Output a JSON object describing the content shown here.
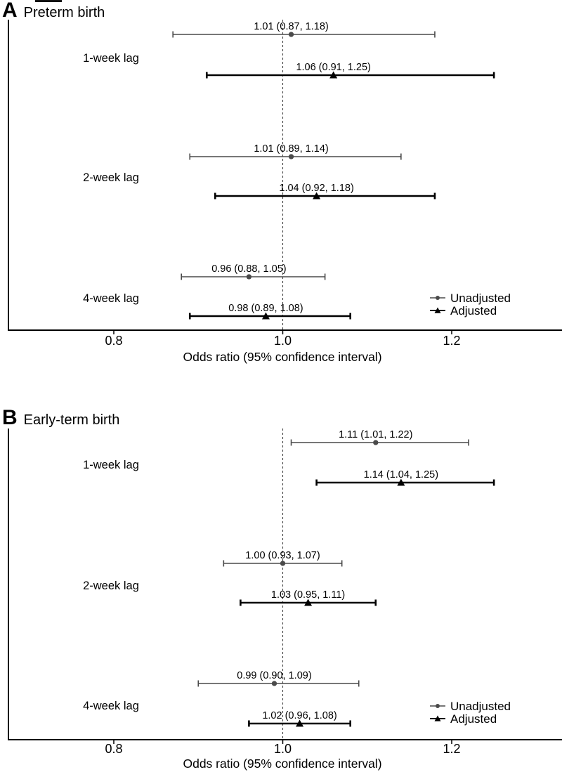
{
  "figure": {
    "colors": {
      "unadjusted": "#4a4a4a",
      "adjusted": "#000000",
      "reference_line": "#444444",
      "axis": "#000000"
    }
  },
  "chart_data": [
    {
      "type": "forest",
      "panel_letter": "A",
      "title": "Preterm birth",
      "xlabel": "Odds ratio (95% confidence interval)",
      "x_ticks": [
        "0.8",
        "1.0",
        "1.2"
      ],
      "x_tick_values": [
        0.8,
        1.0,
        1.2
      ],
      "xlim": [
        0.68,
        1.33
      ],
      "reference_line": 1.0,
      "grid": false,
      "legend_position": "bottom-right",
      "legend": [
        {
          "label": "Unadjusted",
          "marker": "circle",
          "series": "unadjusted"
        },
        {
          "label": "Adjusted",
          "marker": "triangle",
          "series": "adjusted"
        }
      ],
      "groups": [
        {
          "label": "1-week lag",
          "estimates": [
            {
              "series": "unadjusted",
              "or": 1.01,
              "ci_low": 0.87,
              "ci_high": 1.18,
              "text": "1.01 (0.87, 1.18)"
            },
            {
              "series": "adjusted",
              "or": 1.06,
              "ci_low": 0.91,
              "ci_high": 1.25,
              "text": "1.06 (0.91, 1.25)"
            }
          ]
        },
        {
          "label": "2-week lag",
          "estimates": [
            {
              "series": "unadjusted",
              "or": 1.01,
              "ci_low": 0.89,
              "ci_high": 1.14,
              "text": "1.01 (0.89, 1.14)"
            },
            {
              "series": "adjusted",
              "or": 1.04,
              "ci_low": 0.92,
              "ci_high": 1.18,
              "text": "1.04 (0.92, 1.18)"
            }
          ]
        },
        {
          "label": "4-week lag",
          "estimates": [
            {
              "series": "unadjusted",
              "or": 0.96,
              "ci_low": 0.88,
              "ci_high": 1.05,
              "text": "0.96 (0.88, 1.05)"
            },
            {
              "series": "adjusted",
              "or": 0.98,
              "ci_low": 0.89,
              "ci_high": 1.08,
              "text": "0.98 (0.89, 1.08)"
            }
          ]
        }
      ]
    },
    {
      "type": "forest",
      "panel_letter": "B",
      "title": "Early-term birth",
      "xlabel": "Odds ratio (95% confidence interval)",
      "x_ticks": [
        "0.8",
        "1.0",
        "1.2"
      ],
      "x_tick_values": [
        0.8,
        1.0,
        1.2
      ],
      "xlim": [
        0.68,
        1.33
      ],
      "reference_line": 1.0,
      "grid": false,
      "legend_position": "bottom-right",
      "legend": [
        {
          "label": "Unadjusted",
          "marker": "circle",
          "series": "unadjusted"
        },
        {
          "label": "Adjusted",
          "marker": "triangle",
          "series": "adjusted"
        }
      ],
      "groups": [
        {
          "label": "1-week lag",
          "estimates": [
            {
              "series": "unadjusted",
              "or": 1.11,
              "ci_low": 1.01,
              "ci_high": 1.22,
              "text": "1.11 (1.01, 1.22)"
            },
            {
              "series": "adjusted",
              "or": 1.14,
              "ci_low": 1.04,
              "ci_high": 1.25,
              "text": "1.14 (1.04, 1.25)"
            }
          ]
        },
        {
          "label": "2-week lag",
          "estimates": [
            {
              "series": "unadjusted",
              "or": 1.0,
              "ci_low": 0.93,
              "ci_high": 1.07,
              "text": "1.00 (0.93, 1.07)"
            },
            {
              "series": "adjusted",
              "or": 1.03,
              "ci_low": 0.95,
              "ci_high": 1.11,
              "text": "1.03 (0.95, 1.11)"
            }
          ]
        },
        {
          "label": "4-week lag",
          "estimates": [
            {
              "series": "unadjusted",
              "or": 0.99,
              "ci_low": 0.9,
              "ci_high": 1.09,
              "text": "0.99 (0.90, 1.09)"
            },
            {
              "series": "adjusted",
              "or": 1.02,
              "ci_low": 0.96,
              "ci_high": 1.08,
              "text": "1.02 (0.96, 1.08)"
            }
          ]
        }
      ]
    }
  ]
}
